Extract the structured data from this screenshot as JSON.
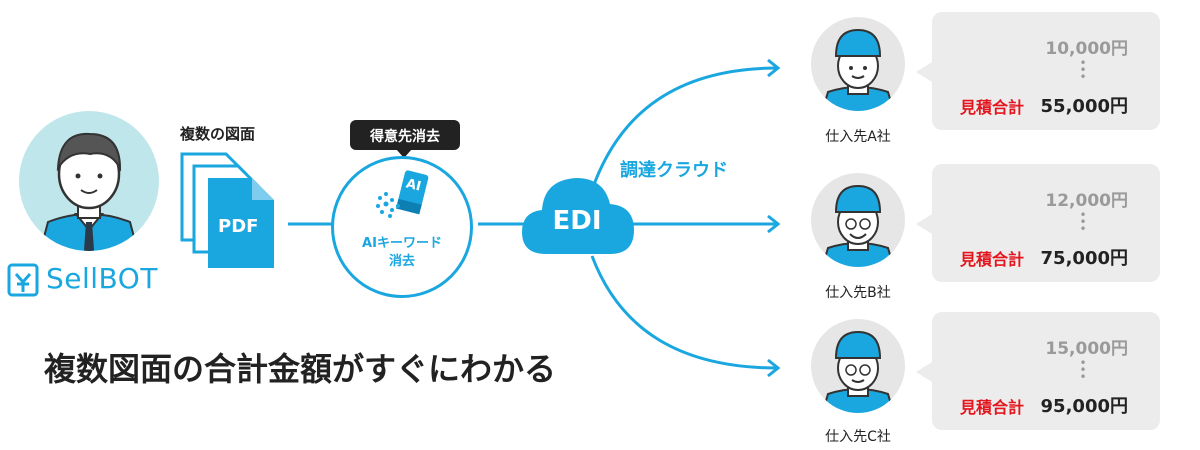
{
  "left": {
    "docs_label": "複数の図面",
    "pdf_label": "PDF",
    "brand": "SellBOT"
  },
  "ai_node": {
    "tooltip": "得意先消去",
    "label_line1": "AIキーワード",
    "label_line2": "消去",
    "icon_text": "AI"
  },
  "cloud": {
    "label": "EDI",
    "caption": "調達クラウド"
  },
  "headline": "複数図面の合計金額がすぐにわかる",
  "suppliers": [
    {
      "name": "仕入先A社",
      "price": "10,000円",
      "total_label": "見積合計",
      "total": "55,000円"
    },
    {
      "name": "仕入先B社",
      "price": "12,000円",
      "total_label": "見積合計",
      "total": "75,000円"
    },
    {
      "name": "仕入先C社",
      "price": "15,000円",
      "total_label": "見積合計",
      "total": "95,000円"
    }
  ],
  "colors": {
    "accent": "#1aa7e0",
    "total_red": "#e3151d",
    "bubble_gray": "#ececec"
  }
}
